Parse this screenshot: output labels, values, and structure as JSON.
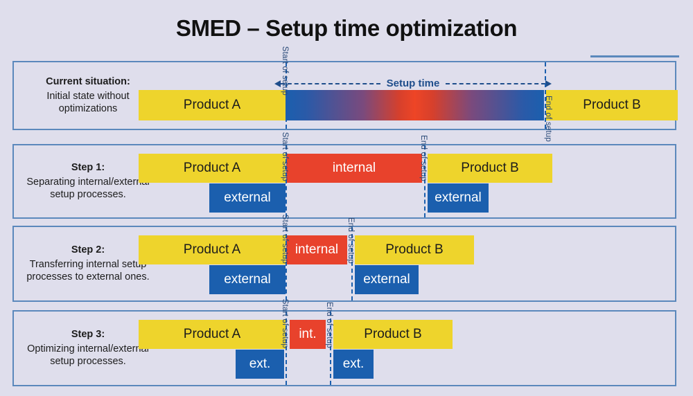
{
  "title": "SMED – Setup time optimization",
  "colors": {
    "background": "#dfdeec",
    "panel_border": "#5b88bc",
    "product_yellow": "#eed42c",
    "internal_red": "#e8422c",
    "external_blue": "#1b5fae",
    "annotation_blue": "#1f4e8c",
    "marker_label": "#2a4a78",
    "title_text": "#111111"
  },
  "markers": {
    "start_label": "Start of setup",
    "end_label": "End of setup"
  },
  "annotation": {
    "setup_time_label": "Setup time"
  },
  "rows": [
    {
      "caption_title": "Current situation:",
      "caption_body": "Initial state without optimizations",
      "bars": [
        {
          "label": "Product A",
          "kind": "product"
        },
        {
          "label": "",
          "kind": "gradient"
        },
        {
          "label": "Product B",
          "kind": "product"
        }
      ]
    },
    {
      "caption_title": "Step 1:",
      "caption_body": "Separating internal/external setup processes.",
      "bars": [
        {
          "label": "Product A",
          "kind": "product"
        },
        {
          "label": "internal",
          "kind": "internal"
        },
        {
          "label": "Product B",
          "kind": "product"
        },
        {
          "label": "external",
          "kind": "external"
        },
        {
          "label": "external",
          "kind": "external"
        }
      ]
    },
    {
      "caption_title": "Step 2:",
      "caption_body": "Transferring internal setup processes to external ones.",
      "bars": [
        {
          "label": "Product A",
          "kind": "product"
        },
        {
          "label": "internal",
          "kind": "internal"
        },
        {
          "label": "Product B",
          "kind": "product"
        },
        {
          "label": "external",
          "kind": "external"
        },
        {
          "label": "external",
          "kind": "external"
        }
      ]
    },
    {
      "caption_title": "Step 3:",
      "caption_body": "Optimizing internal/external setup processes.",
      "bars": [
        {
          "label": "Product A",
          "kind": "product"
        },
        {
          "label": "int.",
          "kind": "internal"
        },
        {
          "label": "Product B",
          "kind": "product"
        },
        {
          "label": "ext.",
          "kind": "external"
        },
        {
          "label": "ext.",
          "kind": "external"
        }
      ]
    }
  ]
}
